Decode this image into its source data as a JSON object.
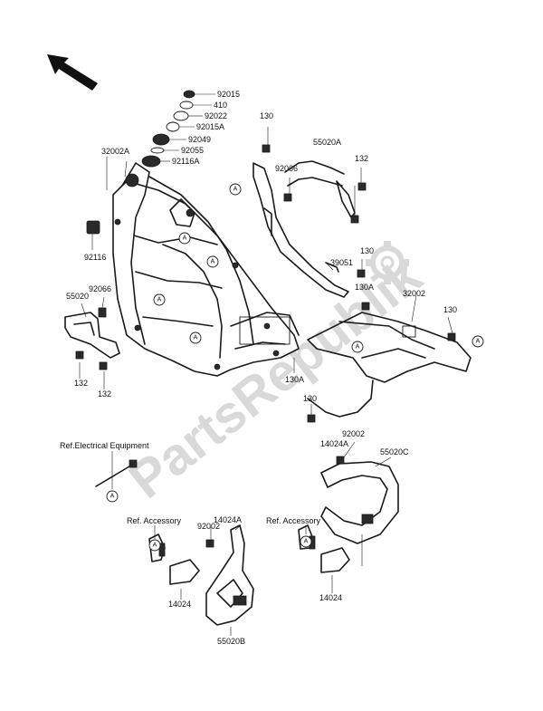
{
  "watermark": "PartsRepublik",
  "colors": {
    "ink": "#1a1a1a",
    "watermark": "#d9d9d9",
    "background": "#ffffff"
  },
  "icons": [
    "direction-arrow-icon",
    "gear-watermark-icon"
  ],
  "connector_marker": "A",
  "labels": {
    "l92015": "92015",
    "l410": "410",
    "l92022": "92022",
    "l92015A": "92015A",
    "l92049": "92049",
    "l92055": "92055",
    "l92116A": "92116A",
    "l32002A": "32002A",
    "l130_top": "130",
    "l55020A": "55020A",
    "l132_top": "132",
    "l92066_top": "92066",
    "l92116": "92116",
    "l39051": "39051",
    "l130_mid": "130",
    "l130A_mid": "130A",
    "l32002": "32002",
    "l130_right": "130",
    "l55020": "55020",
    "l92066_left": "92066",
    "l132_left1": "132",
    "l132_left2": "132",
    "l130A_low": "130A",
    "l130_low": "130",
    "l92002_a": "92002",
    "l14024A_a": "14024A",
    "l55020C": "55020C",
    "l14024A_b": "14024A",
    "l92002_b": "92002",
    "l14024_b": "14024",
    "l55020B": "55020B",
    "l14024_c": "14024"
  },
  "refs": {
    "electrical": "Ref.Electrical Equipment",
    "accessory_left": "Ref. Accessory",
    "accessory_right": "Ref. Accessory"
  }
}
